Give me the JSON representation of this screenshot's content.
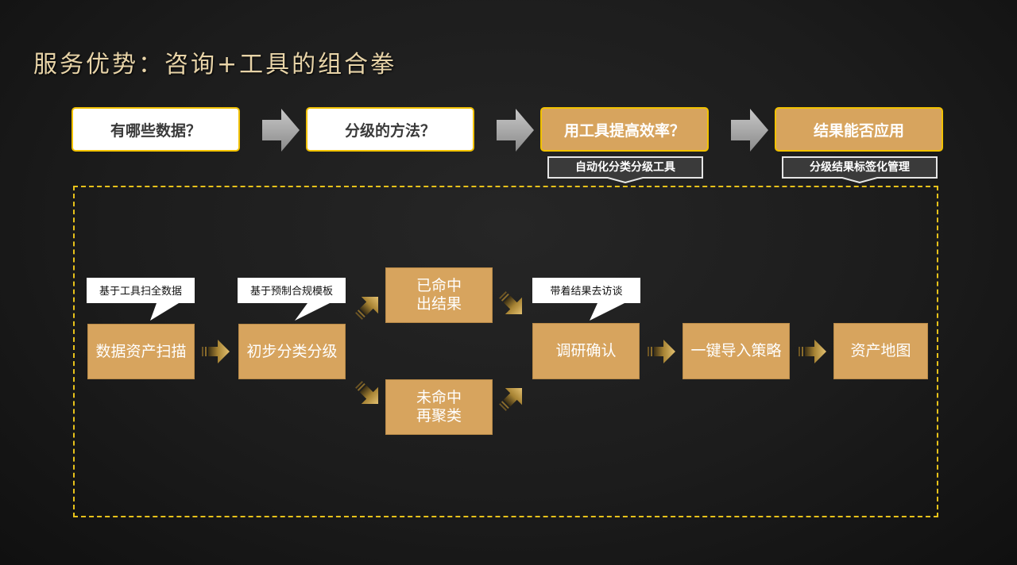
{
  "title": "服务优势：咨询+工具的组合拳",
  "questions": [
    {
      "label": "有哪些数据？",
      "style": "white"
    },
    {
      "label": "分级的方法？",
      "style": "white"
    },
    {
      "label": "用工具提高效率？",
      "style": "gold"
    },
    {
      "label": "结果能否应用",
      "style": "gold"
    }
  ],
  "sub_labels": [
    {
      "label": "自动化分类分级工具"
    },
    {
      "label": "分级结果标签化管理"
    }
  ],
  "flow": {
    "steps": [
      {
        "id": "scan",
        "label": "数据资产扫描"
      },
      {
        "id": "classify",
        "label": "初步分类分级"
      },
      {
        "id": "hit",
        "line1": "已命中",
        "line2": "出结果"
      },
      {
        "id": "miss",
        "line1": "未命中",
        "line2": "再聚类"
      },
      {
        "id": "confirm",
        "label": "调研确认"
      },
      {
        "id": "import",
        "label": "一键导入策略"
      },
      {
        "id": "map",
        "label": "资产地图"
      }
    ],
    "callouts": [
      {
        "label": "基于工具扫全数据"
      },
      {
        "label": "基于预制合规模板"
      },
      {
        "label": "带着结果去访谈"
      }
    ]
  },
  "colors": {
    "gold": "#d7a45e",
    "accent_border": "#f2c200",
    "dashed_border": "#e8c21a",
    "title_text": "#e8d4a8",
    "background": "#1c1c1c"
  }
}
